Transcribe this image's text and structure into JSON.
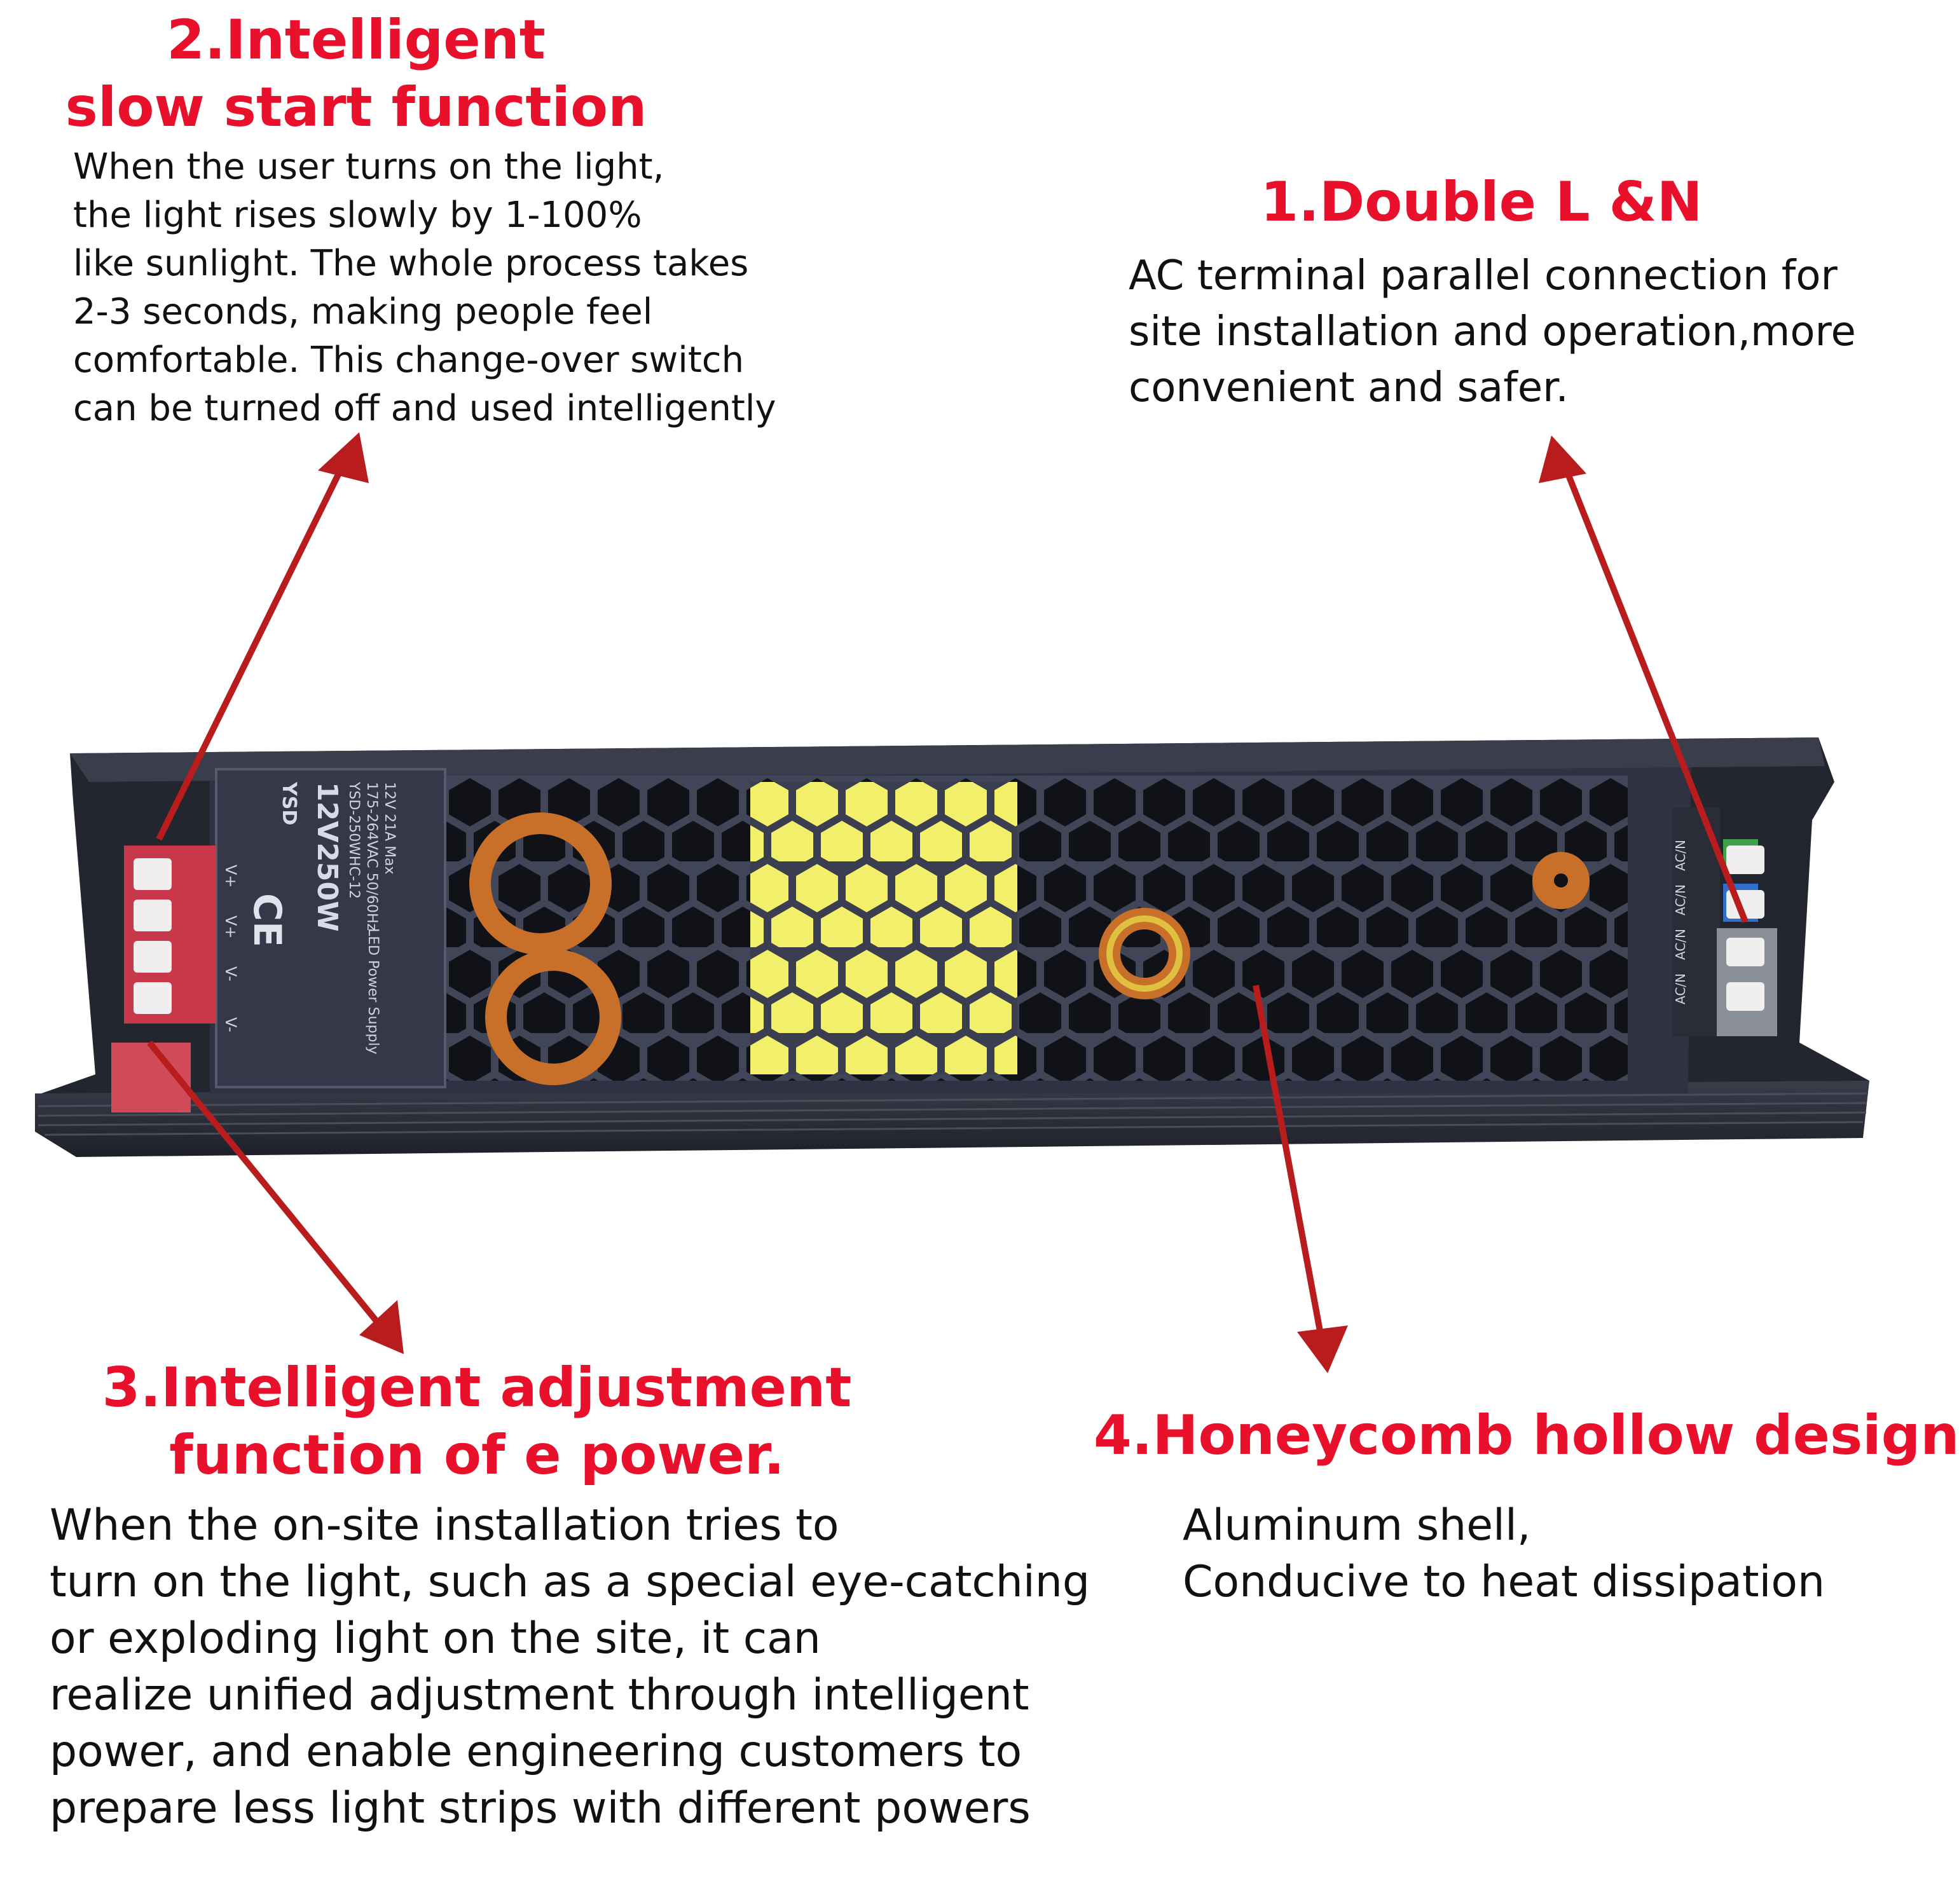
{
  "features": {
    "f1": {
      "title": "1.Double L &N",
      "lines": [
        "AC terminal parallel connection for",
        "site installation and operation,more",
        "convenient and safer."
      ]
    },
    "f2": {
      "title_lines": [
        "2.Intelligent",
        "slow start function"
      ],
      "lines": [
        "When the user turns on the light,",
        "the light rises slowly by 1-100%",
        "like sunlight. The whole process takes",
        "2-3 seconds, making people feel",
        "comfortable. This change-over switch",
        "can be turned off and used intelligently"
      ]
    },
    "f3": {
      "title_lines": [
        "3.Intelligent adjustment",
        "function of e power."
      ],
      "lines": [
        "When the on-site installation tries to",
        "turn on the light, such as a special eye-catching",
        "or exploding light on the site, it can",
        "realize unified adjustment through intelligent",
        "power, and enable engineering customers to",
        "prepare less light strips with different powers"
      ]
    },
    "f4": {
      "title": "4.Honeycomb hollow design",
      "lines": [
        "Aluminum shell,",
        "Conducive to heat dissipation"
      ]
    }
  },
  "device": {
    "model_label": "12V250W",
    "brand": "YSD",
    "product_type": "LED Power Supply",
    "model_number": "YSD-250WHC-12",
    "input_rating": "175-264VAC 50/60Hz",
    "output_rating": "12V 21A Max",
    "output_terminals": [
      "V+",
      "V+",
      "V-",
      "V-"
    ],
    "input_terminals": [
      "AC/N",
      "AC/N",
      "AC/N",
      "AC/N"
    ]
  },
  "colors": {
    "heading": "#e8102a",
    "arrow": "#b81c1c",
    "housing": "#2b2e3b",
    "transformer": "#f0ee60",
    "copper": "#c8702a"
  }
}
